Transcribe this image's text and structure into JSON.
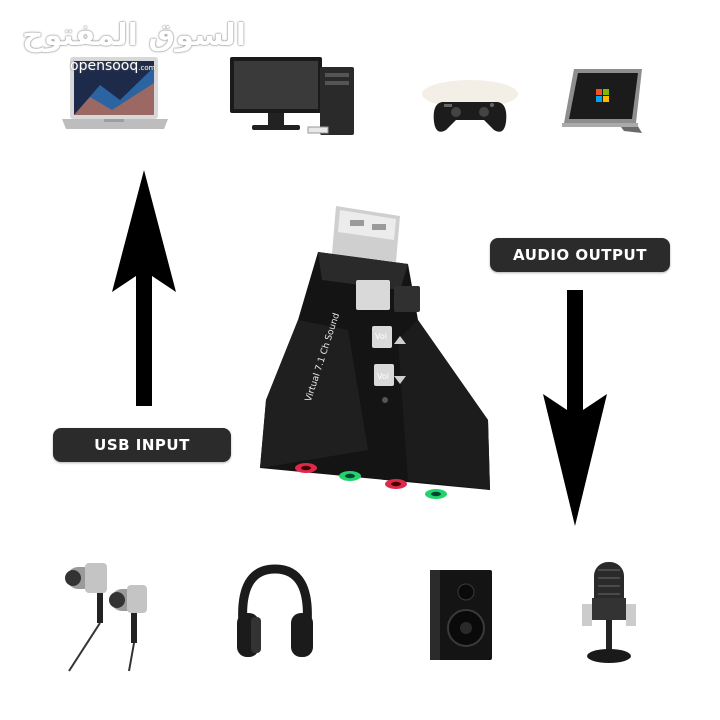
{
  "watermark": {
    "arabic": "السوق المفتوح",
    "latin": "opensooq",
    "latin_suffix": ".com"
  },
  "labels": {
    "usb_input": "USB INPUT",
    "audio_output": "AUDIO OUTPUT"
  },
  "device_text": {
    "model": "Virtual 7.1 Ch Sound",
    "vol_up": "Vol",
    "vol_down": "Vol"
  },
  "icons": {
    "top_row": [
      "laptop-icon",
      "desktop-computer-icon",
      "gamepad-icon",
      "tablet-pc-icon"
    ],
    "bottom_row": [
      "earphones-icon",
      "headphones-icon",
      "speaker-icon",
      "microphone-icon"
    ]
  },
  "colors": {
    "pill_bg": "#2b2b2b",
    "arrow": "#000000",
    "jack_red": "#e0284a",
    "jack_green": "#22d36b",
    "device_body": "#141414"
  }
}
